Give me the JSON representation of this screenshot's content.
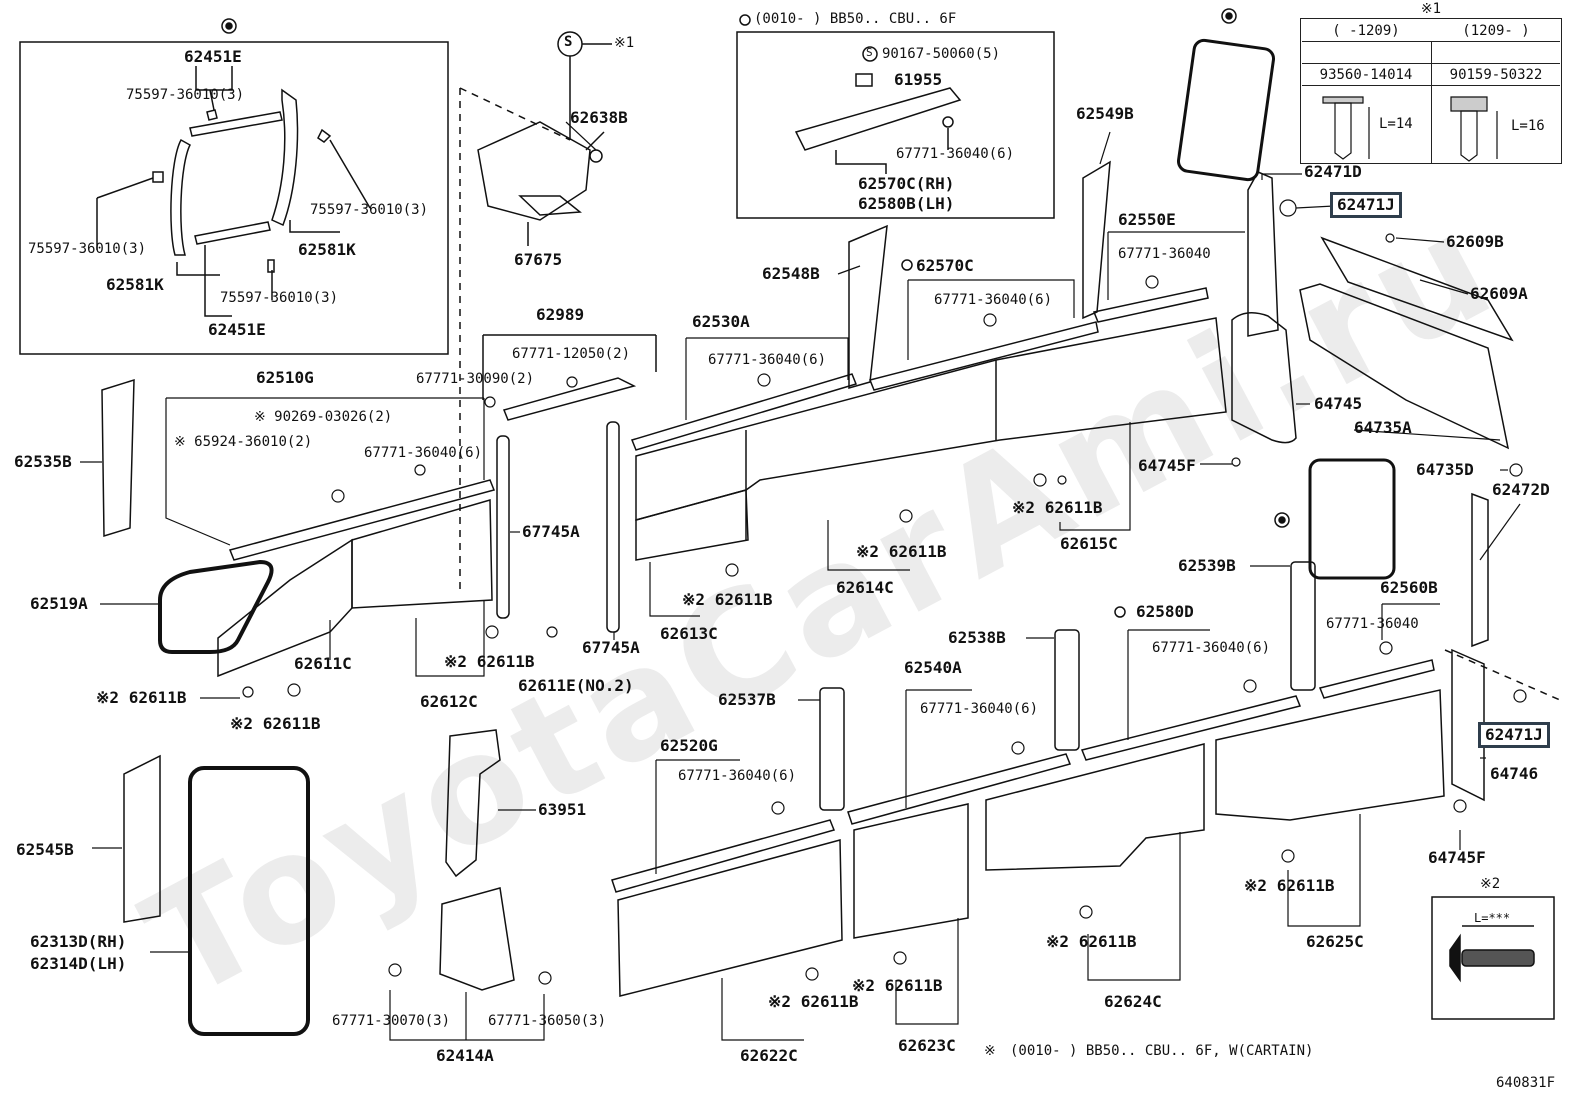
{
  "watermark": "ToyotaCarAmi.ru",
  "figure_code": "640831F",
  "header_note": "(0010-      ) BB50.. CBU.. 6F",
  "footer_note": "(0010-      ) BB50.. CBU.. 6F, W(CARTAIN)",
  "mark_s": "S",
  "mark_x1": "※1",
  "mark_x2": "※2",
  "spec_table": {
    "title": "※1",
    "col1_range": "(    -1209)",
    "col2_range": "(1209-     )",
    "col1_part": "93560-14014",
    "col2_part": "90159-50322",
    "col1_len": "L=14",
    "col2_len": "L=16"
  },
  "clip_box": {
    "title": "※2",
    "len": "L=***"
  },
  "labels": {
    "p62451E_a": "62451E",
    "p75597_a": "75597-36010(3)",
    "p75597_b": "75597-36010(3)",
    "p75597_c": "75597-36010(3)",
    "p75597_d": "75597-36010(3)",
    "p62581K_a": "62581K",
    "p62581K_b": "62581K",
    "p62451E_b": "62451E",
    "p62638B": "62638B",
    "p67675": "67675",
    "p90167": "90167-50060(5)",
    "p61955": "61955",
    "p67771_6_a": "67771-36040(6)",
    "p62570C_RH": "62570C(RH)",
    "p62580B_LH": "62580B(LH)",
    "p62549B": "62549B",
    "p62471D": "62471D",
    "p62471J_a": "62471J",
    "p62471J_b": "62471J",
    "p62609B": "62609B",
    "p62609A": "62609A",
    "p62548B": "62548B",
    "p62570C": "62570C",
    "p67771_6_b": "67771-36040(6)",
    "p62550E": "62550E",
    "p67771_c": "67771-36040",
    "p62530A": "62530A",
    "p67771_6_d": "67771-36040(6)",
    "p62989": "62989",
    "p67771_12050": "67771-12050(2)",
    "p67771_30090": "67771-30090(2)",
    "p62510G": "62510G",
    "p90269": "90269-03026(2)",
    "p65924": "65924-36010(2)",
    "p67771_6_e": "67771-36040(6)",
    "p62535B": "62535B",
    "p64745": "64745",
    "p64735A": "64735A",
    "p64745F_a": "64745F",
    "p64735D": "64735D",
    "p62472D": "62472D",
    "p62611B_1": "62611B",
    "p62615C": "62615C",
    "p62611B_2": "62611B",
    "p62614C": "62614C",
    "p62611B_3": "62611B",
    "p62613C": "62613C",
    "p67745A_a": "67745A",
    "p67745A_b": "67745A",
    "p62519A": "62519A",
    "p62611C": "62611C",
    "p62612C": "62612C",
    "p62611B_4": "62611B",
    "p62611E": "62611E(NO.2)",
    "p62611B_5": "62611B",
    "p62611B_6": "62611B",
    "p62539B": "62539B",
    "p62560B": "62560B",
    "p67771_f": "67771-36040",
    "p62580D": "62580D",
    "p67771_6_g": "67771-36040(6)",
    "p62538B": "62538B",
    "p62540A": "62540A",
    "p67771_6_h": "67771-36040(6)",
    "p62537B": "62537B",
    "p64746": "64746",
    "p62520G": "62520G",
    "p67771_6_i": "67771-36040(6)",
    "p63951": "63951",
    "p62545B": "62545B",
    "p64745F_b": "64745F",
    "p62611B_7": "62611B",
    "p62625C": "62625C",
    "p62313D": "62313D(RH)",
    "p62314D": "62314D(LH)",
    "p62611B_8": "62611B",
    "p62624C": "62624C",
    "p62611B_9": "62611B",
    "p62611B_10": "62611B",
    "p67771_30070": "67771-30070(3)",
    "p67771_36050": "67771-36050(3)",
    "p62414A": "62414A",
    "p62622C": "62622C",
    "p62623C": "62623C"
  }
}
